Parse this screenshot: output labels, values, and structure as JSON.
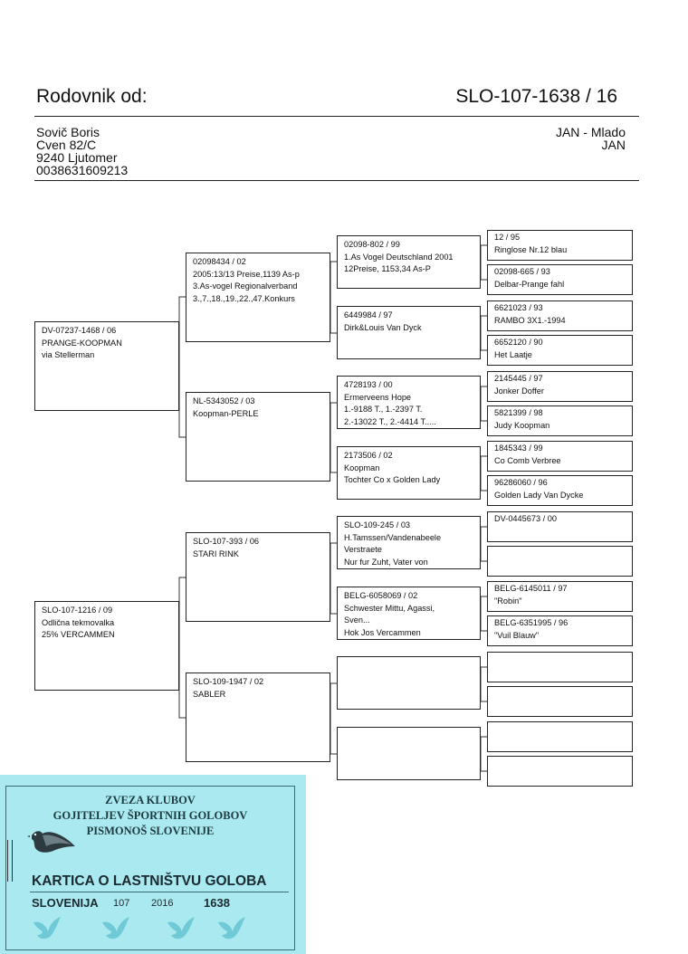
{
  "header": {
    "title": "Rodovnik od:",
    "ring": "SLO-107-1638 / 16"
  },
  "owner": {
    "name": "Sovič Boris",
    "address": "Cven 82/C",
    "city": "9240 Ljutomer",
    "phone": "0038631609213"
  },
  "bird": {
    "color": "JAN - Mlado",
    "sex_color": "JAN"
  },
  "pedigree": {
    "father": [
      "DV-07237-1468 / 06",
      "PRANGE-KOOPMAN",
      "via Stellerman"
    ],
    "mother": [
      "SLO-107-1216 / 09",
      "Odlična tekmovalka",
      "25% VERCAMMEN"
    ],
    "ff": [
      "02098434 / 02",
      "2005:13/13 Preise,1139 As-p",
      "3.As-vogel Regionalverband",
      "3.,7.,18.,19.,22.,47.Konkurs"
    ],
    "fm": [
      "NL-5343052 / 03",
      "Koopman-PERLE"
    ],
    "mf": [
      "SLO-107-393 / 06",
      "STARI RINK"
    ],
    "mm": [
      "SLO-109-1947 / 02",
      "SABLER"
    ],
    "fff": [
      "02098-802 / 99",
      "1.As Vogel Deutschland 2001",
      "12Preise, 1153,34 As-P"
    ],
    "ffm": [
      "6449984 / 97",
      "Dirk&Louis Van Dyck"
    ],
    "fmf": [
      "4728193 / 00",
      "Ermerveens Hope",
      "1.-9188 T., 1.-2397 T.",
      "2.-13022 T., 2.-4414 T....."
    ],
    "fmm": [
      "2173506 / 02",
      "Koopman",
      "Tochter Co x Golden Lady"
    ],
    "mff": [
      "SLO-109-245 / 03",
      "H.Tamssen/Vandenabeele",
      "Verstraete",
      "Nur fur Zuht, Vater von"
    ],
    "mfm": [
      "BELG-6058069 / 02",
      "Schwester Mittu, Agassi,",
      "Sven...",
      "Hok Jos Vercammen"
    ],
    "mmf": [],
    "mmm": [],
    "ffff": [
      "12 / 95",
      "Ringlose Nr.12 blau"
    ],
    "fffm": [
      "02098-665 / 93",
      "Delbar-Prange fahl"
    ],
    "ffmf": [
      "6621023 / 93",
      "RAMBO 3X1.-1994"
    ],
    "ffmm": [
      "6652120 / 90",
      "Het Laatje"
    ],
    "fmff": [
      "2145445 / 97",
      "Jonker Doffer"
    ],
    "fmfm": [
      "5821399 / 98",
      "Judy Koopman"
    ],
    "fmmf": [
      "1845343 / 99",
      "Co Comb Verbree"
    ],
    "fmmm": [
      "96286060 / 96",
      "Golden Lady Van Dycke"
    ],
    "mfff": [
      "DV-0445673 / 00"
    ],
    "mffm": [],
    "mfmf": [
      "BELG-6145011 / 97",
      "\"Robin\""
    ],
    "mfmm": [
      "BELG-6351995 / 96",
      "\"Vuil Blauw\""
    ],
    "mmff": [],
    "mmfm": [],
    "mmmf": [],
    "mmmm": []
  },
  "card": {
    "org_line1": "ZVEZA KLUBOV",
    "org_line2": "GOJITELJEV ŠPORTNIH GOLOBOV",
    "org_line3": "PISMONOŠ SLOVENIJE",
    "title": "KARTICA O LASTNIŠTVU GOLOBA",
    "country": "SLOVENIJA",
    "club": "107",
    "year": "2016",
    "number": "1638"
  }
}
